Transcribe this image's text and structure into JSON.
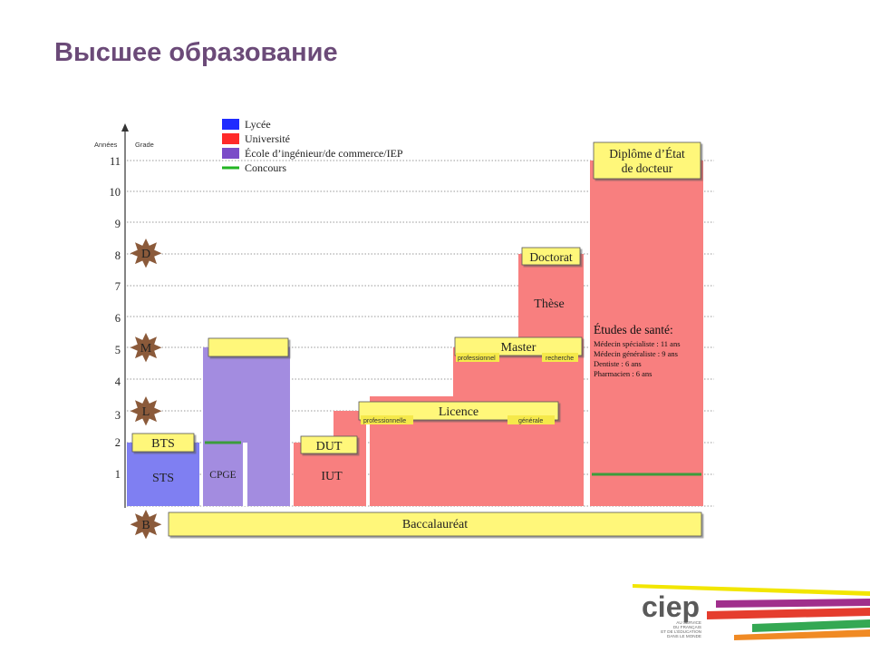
{
  "title": "Высшее образование",
  "axis": {
    "years_label": "Années",
    "grade_label": "Grade",
    "year_ticks": [
      "1",
      "2",
      "3",
      "4",
      "5",
      "6",
      "7",
      "8",
      "9",
      "10",
      "11"
    ]
  },
  "grades": [
    "D",
    "M",
    "L",
    "B"
  ],
  "legend": [
    {
      "label": "Lycée",
      "color": "#1f2bff",
      "kind": "square"
    },
    {
      "label": "Université",
      "color": "#ff2a2a",
      "kind": "square"
    },
    {
      "label": "École d’ingénieur/de commerce/IEP",
      "color": "#7b4cc8",
      "kind": "square"
    },
    {
      "label": "Concours",
      "color": "#23b523",
      "kind": "line"
    }
  ],
  "colors": {
    "lycee": "#7f7ff2",
    "universite": "#f87f7f",
    "ecole": "#a38ce0",
    "concours": "#3c9c3c",
    "scroll": "#fff77a",
    "seal": "#8b5a3a"
  },
  "blocks": {
    "sts": "STS",
    "cpge": "CPGE",
    "iut": "IUT",
    "these": "Thèse"
  },
  "scrolls": {
    "bts": "BTS",
    "dut": "DUT",
    "licence": "Licence",
    "master": "Master",
    "doctorat": "Doctorat",
    "diplome_line1": "Diplôme d’État",
    "diplome_line2": "de docteur",
    "bac": "Baccalauréat",
    "grande_ecole": ""
  },
  "tags": {
    "licence_pro": "professionnelle",
    "licence_gen": "générale",
    "master_pro": "professionnel",
    "master_rech": "recherche"
  },
  "sante": {
    "title": "Études de santé:",
    "lines": [
      "Médecin spécialiste : 11 ans",
      "Médecin généraliste : 9 ans",
      "Dentiste : 6 ans",
      "Pharmacien : 6 ans"
    ]
  },
  "logo": {
    "name": "ciep",
    "tagline": [
      "AU SERVICE",
      "DU FRANÇAIS",
      "ET DE L’ÉDUCATION",
      "DANS LE MONDE"
    ]
  }
}
